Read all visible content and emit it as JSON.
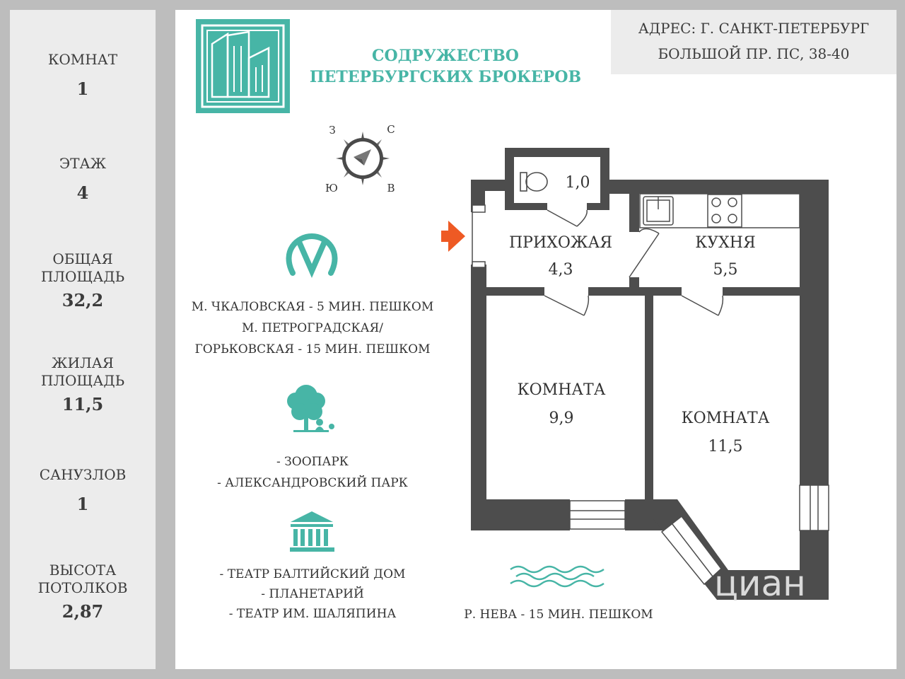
{
  "colors": {
    "accent": "#47b5a6",
    "wall": "#4d4d4d",
    "arrow": "#ee5a24",
    "panel": "#ececec"
  },
  "sidebar": {
    "stats": [
      {
        "label": "КОМНАТ",
        "value": "1"
      },
      {
        "label": "ЭТАЖ",
        "value": "4"
      },
      {
        "label": "ОБЩАЯ\nПЛОЩАДЬ",
        "value": "32,2"
      },
      {
        "label": "ЖИЛАЯ\nПЛОЩАДЬ",
        "value": "11,5"
      },
      {
        "label": "САНУЗЛОВ",
        "value": "1"
      },
      {
        "label": "ВЫСОТА\nПОТОЛКОВ",
        "value": "2,87"
      }
    ]
  },
  "address": {
    "line1": "АДРЕС: Г. САНКТ-ПЕТЕРБУРГ",
    "line2": "БОЛЬШОЙ ПР. ПС, 38-40"
  },
  "brand": {
    "line1": "СОДРУЖЕСТВО",
    "line2": "ПЕТЕРБУРГСКИХ БРОКЕРОВ"
  },
  "compass": {
    "n": "С",
    "s": "Ю",
    "w": "З",
    "e": "В"
  },
  "metro": {
    "icon": "metro-icon",
    "lines": [
      "М. ЧКАЛОВСКАЯ - 5 МИН. ПЕШКОМ",
      "М. ПЕТРОГРАДСКАЯ/",
      "ГОРЬКОВСКАЯ - 15 МИН. ПЕШКОМ"
    ]
  },
  "parks": {
    "icon": "tree-icon",
    "lines": [
      "- ЗООПАРК",
      "- АЛЕКСАНДРОВСКИЙ ПАРК"
    ]
  },
  "culture": {
    "icon": "theater-icon",
    "lines": [
      "- ТЕАТР БАЛТИЙСКИЙ ДОМ",
      "- ПЛАНЕТАРИЙ",
      "- ТЕАТР ИМ. ШАЛЯПИНА"
    ]
  },
  "river": {
    "icon": "waves-icon",
    "text": "Р. НЕВА - 15 МИН. ПЕШКОМ"
  },
  "rooms": {
    "bathroom": {
      "area": "1,0"
    },
    "hall": {
      "name": "ПРИХОЖАЯ",
      "area": "4,3"
    },
    "kitchen": {
      "name": "КУХНЯ",
      "area": "5,5"
    },
    "room1": {
      "name": "КОМНАТА",
      "area": "9,9"
    },
    "room2": {
      "name": "КОМНАТА",
      "area": "11,5"
    }
  },
  "watermark": "циан"
}
